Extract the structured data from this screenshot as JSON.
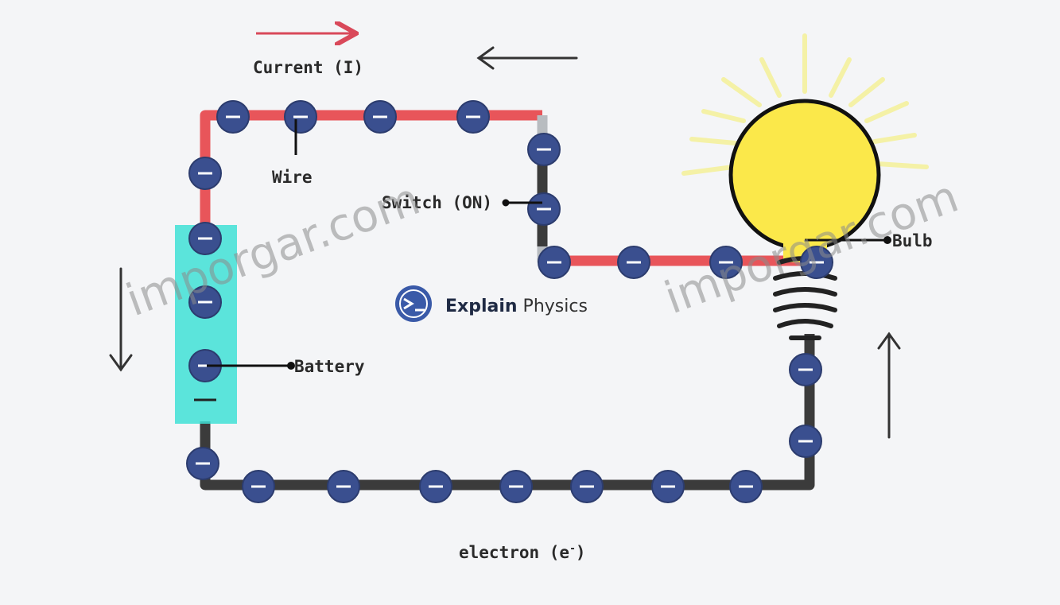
{
  "labels": {
    "current": "Current (I)",
    "wire": "Wire",
    "switch": "Switch (ON)",
    "bulb": "Bulb",
    "battery": "Battery",
    "electron": "electron (e",
    "electron_sup": "-",
    "electron_close": ")"
  },
  "brand": {
    "bold": "Explain",
    "light": " Physics"
  },
  "watermarks": [
    "imporgar.com",
    "imporgar.com"
  ],
  "electron_symbol": "—",
  "colors": {
    "hot_wire": "#e8555a",
    "cold_wire": "#3b3b3b",
    "switch": "#b8bcc0",
    "battery": "#3fe0d6",
    "electron": "#3a4f8f",
    "bulb": "#fbe84a",
    "rays": "#f4f1a6",
    "current_arrow": "#d9495a",
    "flow_arrow": "#333333"
  }
}
